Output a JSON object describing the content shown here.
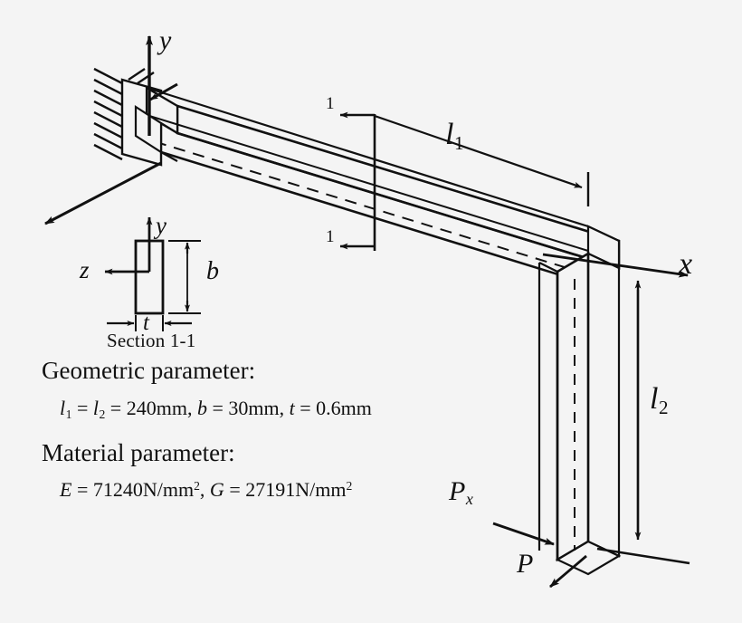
{
  "figure": {
    "title": "L-shaped cantilever beam with thin rectangular cross-section",
    "stroke_color": "#111111",
    "background_color": "#f4f4f4"
  },
  "axes": {
    "y_label": "y",
    "x_label": "x",
    "section_y_label": "y",
    "section_z_label": "z"
  },
  "section": {
    "marker_top": "1",
    "marker_bottom": "1",
    "caption": "Section 1-1",
    "height_label": "b",
    "thickness_label": "t"
  },
  "dimensions": {
    "l1_label": "l",
    "l1_sub": "1",
    "l2_label": "l",
    "l2_sub": "2"
  },
  "forces": {
    "p_label": "P",
    "px_label": "P",
    "px_sub": "x"
  },
  "parameters": {
    "geometric_heading": "Geometric parameter:",
    "geometric_values": {
      "l1": "l",
      "l1_sub": "1",
      "eq1": " = ",
      "l2": "l",
      "l2_sub": "2",
      "eq2": " = ",
      "length_value": "240mm",
      "comma1": ", ",
      "b": "b",
      "eq3": " = ",
      "b_value": "30mm",
      "comma2": ", ",
      "t": "t",
      "eq4": " = ",
      "t_value": "0.6mm"
    },
    "material_heading": "Material parameter:",
    "material_values": {
      "E": "E",
      "eq1": " = ",
      "E_value": "71240N/mm",
      "E_unit_exp": "2",
      "comma": ", ",
      "G": "G",
      "eq2": " = ",
      "G_value": "27191N/mm",
      "G_unit_exp": "2"
    }
  }
}
